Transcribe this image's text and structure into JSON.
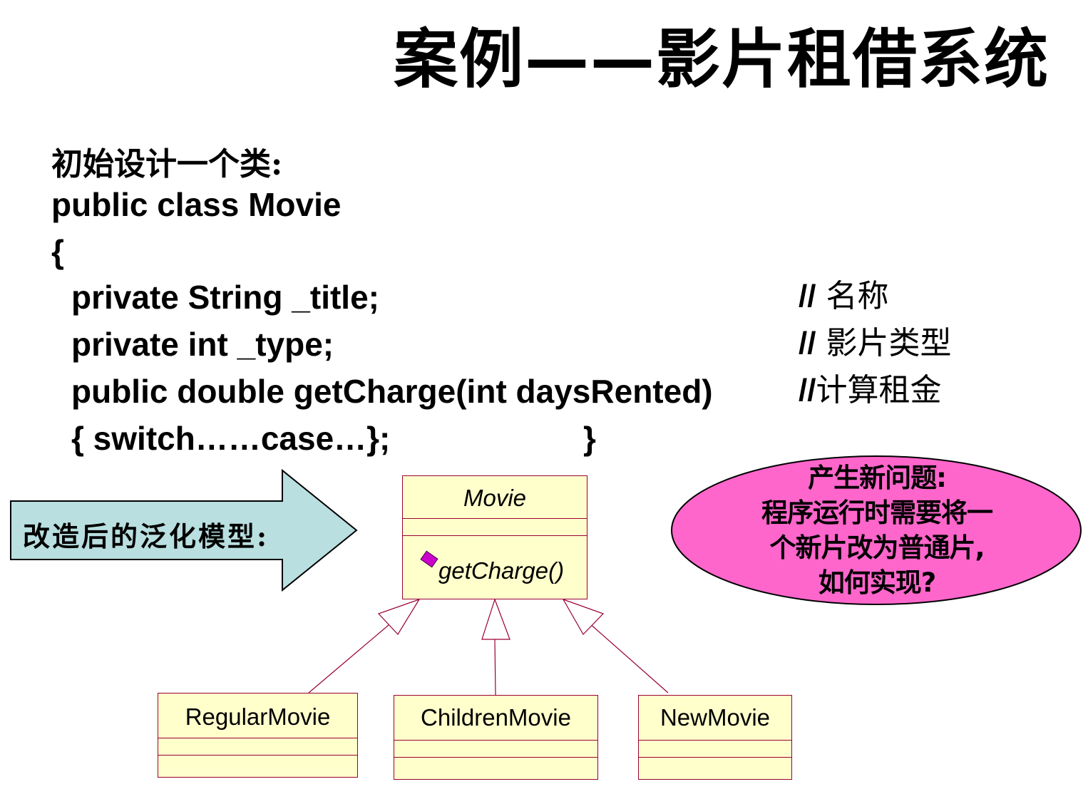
{
  "title": "案例——影片租借系统",
  "intro": "初始设计一个类:",
  "code": {
    "line1": "public class Movie",
    "line2": "{",
    "line3": "private String _title;",
    "line4": "private int _type;",
    "line5": "public double getCharge(int daysRented)",
    "line6a": "{ switch……case…};",
    "line6b": "}"
  },
  "comments": {
    "c1_prefix": "//",
    "c1_text": " 名称",
    "c2_prefix": "//",
    "c2_text": " 影片类型",
    "c3_prefix": "//",
    "c3_text": "计算租金"
  },
  "arrow_label": "改造后的泛化模型:",
  "uml": {
    "parent": {
      "name": "Movie",
      "operation": "getCharge()"
    },
    "children": [
      "RegularMovie",
      "ChildrenMovie",
      "NewMovie"
    ]
  },
  "bubble": {
    "line1": "产生新问题:",
    "line2": "程序运行时需要将一",
    "line3": "个新片改为普通片,",
    "line4": "如何实现?"
  },
  "colors": {
    "arrow_fill": "#b9dfe0",
    "class_fill": "#ffffcc",
    "class_border": "#990033",
    "bubble_fill": "#ff66cc",
    "operation_icon": "#cc00cc"
  }
}
